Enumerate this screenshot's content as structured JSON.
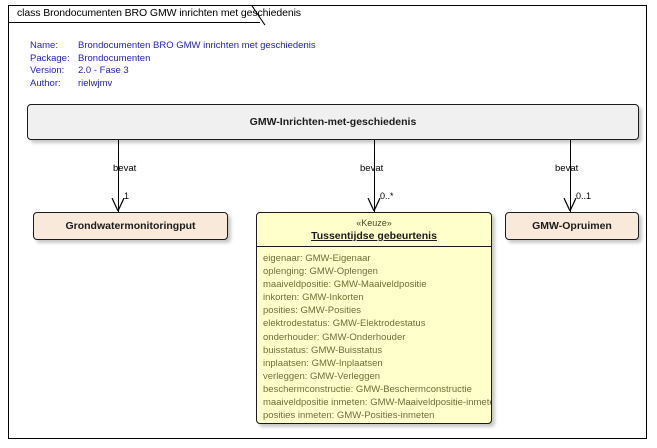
{
  "diagram": {
    "tab_label": "class Brondocumenten BRO GMW inrichten met geschiedenis"
  },
  "meta": {
    "name_key": "Name:",
    "name_value": "Brondocumenten BRO GMW inrichten met geschiedenis",
    "package_key": "Package:",
    "package_value": "Brondocumenten",
    "version_key": "Version:",
    "version_value": "2.0 - Fase 3",
    "author_key": "Author:",
    "author_value": "rielwjmv"
  },
  "classes": {
    "root": {
      "title": "GMW-Inrichten-met-geschiedenis",
      "fill": "#F0F0F0"
    },
    "left": {
      "title": "Grondwatermonitoringput",
      "fill": "#F9E9DA"
    },
    "right": {
      "title": "GMW-Opruimen",
      "fill": "#F9E9DA"
    },
    "center": {
      "stereotype": "«Keuze»",
      "title": "Tussentijdse gebeurtenis",
      "fill": "#FFFFCC",
      "attributes": [
        "eigenaar: GMW-Eigenaar",
        "oplenging: GMW-Oplengen",
        "maaiveldpositie: GMW-Maaiveldpositie",
        "inkorten: GMW-Inkorten",
        "posities: GMW-Posities",
        "elektrodestatus: GMW-Elektrodestatus",
        "onderhouder: GMW-Onderhouder",
        "buisstatus: GMW-Buisstatus",
        "inplaatsen: GMW-Inplaatsen",
        "verleggen: GMW-Verleggen",
        "beschermconstructie: GMW-Beschermconstructie",
        "maaiveldpositie inmeten: GMW-Maaiveldpositie-inmeten",
        "posities inmeten: GMW-Posities-inmeten"
      ]
    }
  },
  "connectors": [
    {
      "label": "bevat",
      "multiplicity": "1"
    },
    {
      "label": "bevat",
      "multiplicity": "0..*"
    },
    {
      "label": "bevat",
      "multiplicity": "0..1"
    }
  ]
}
